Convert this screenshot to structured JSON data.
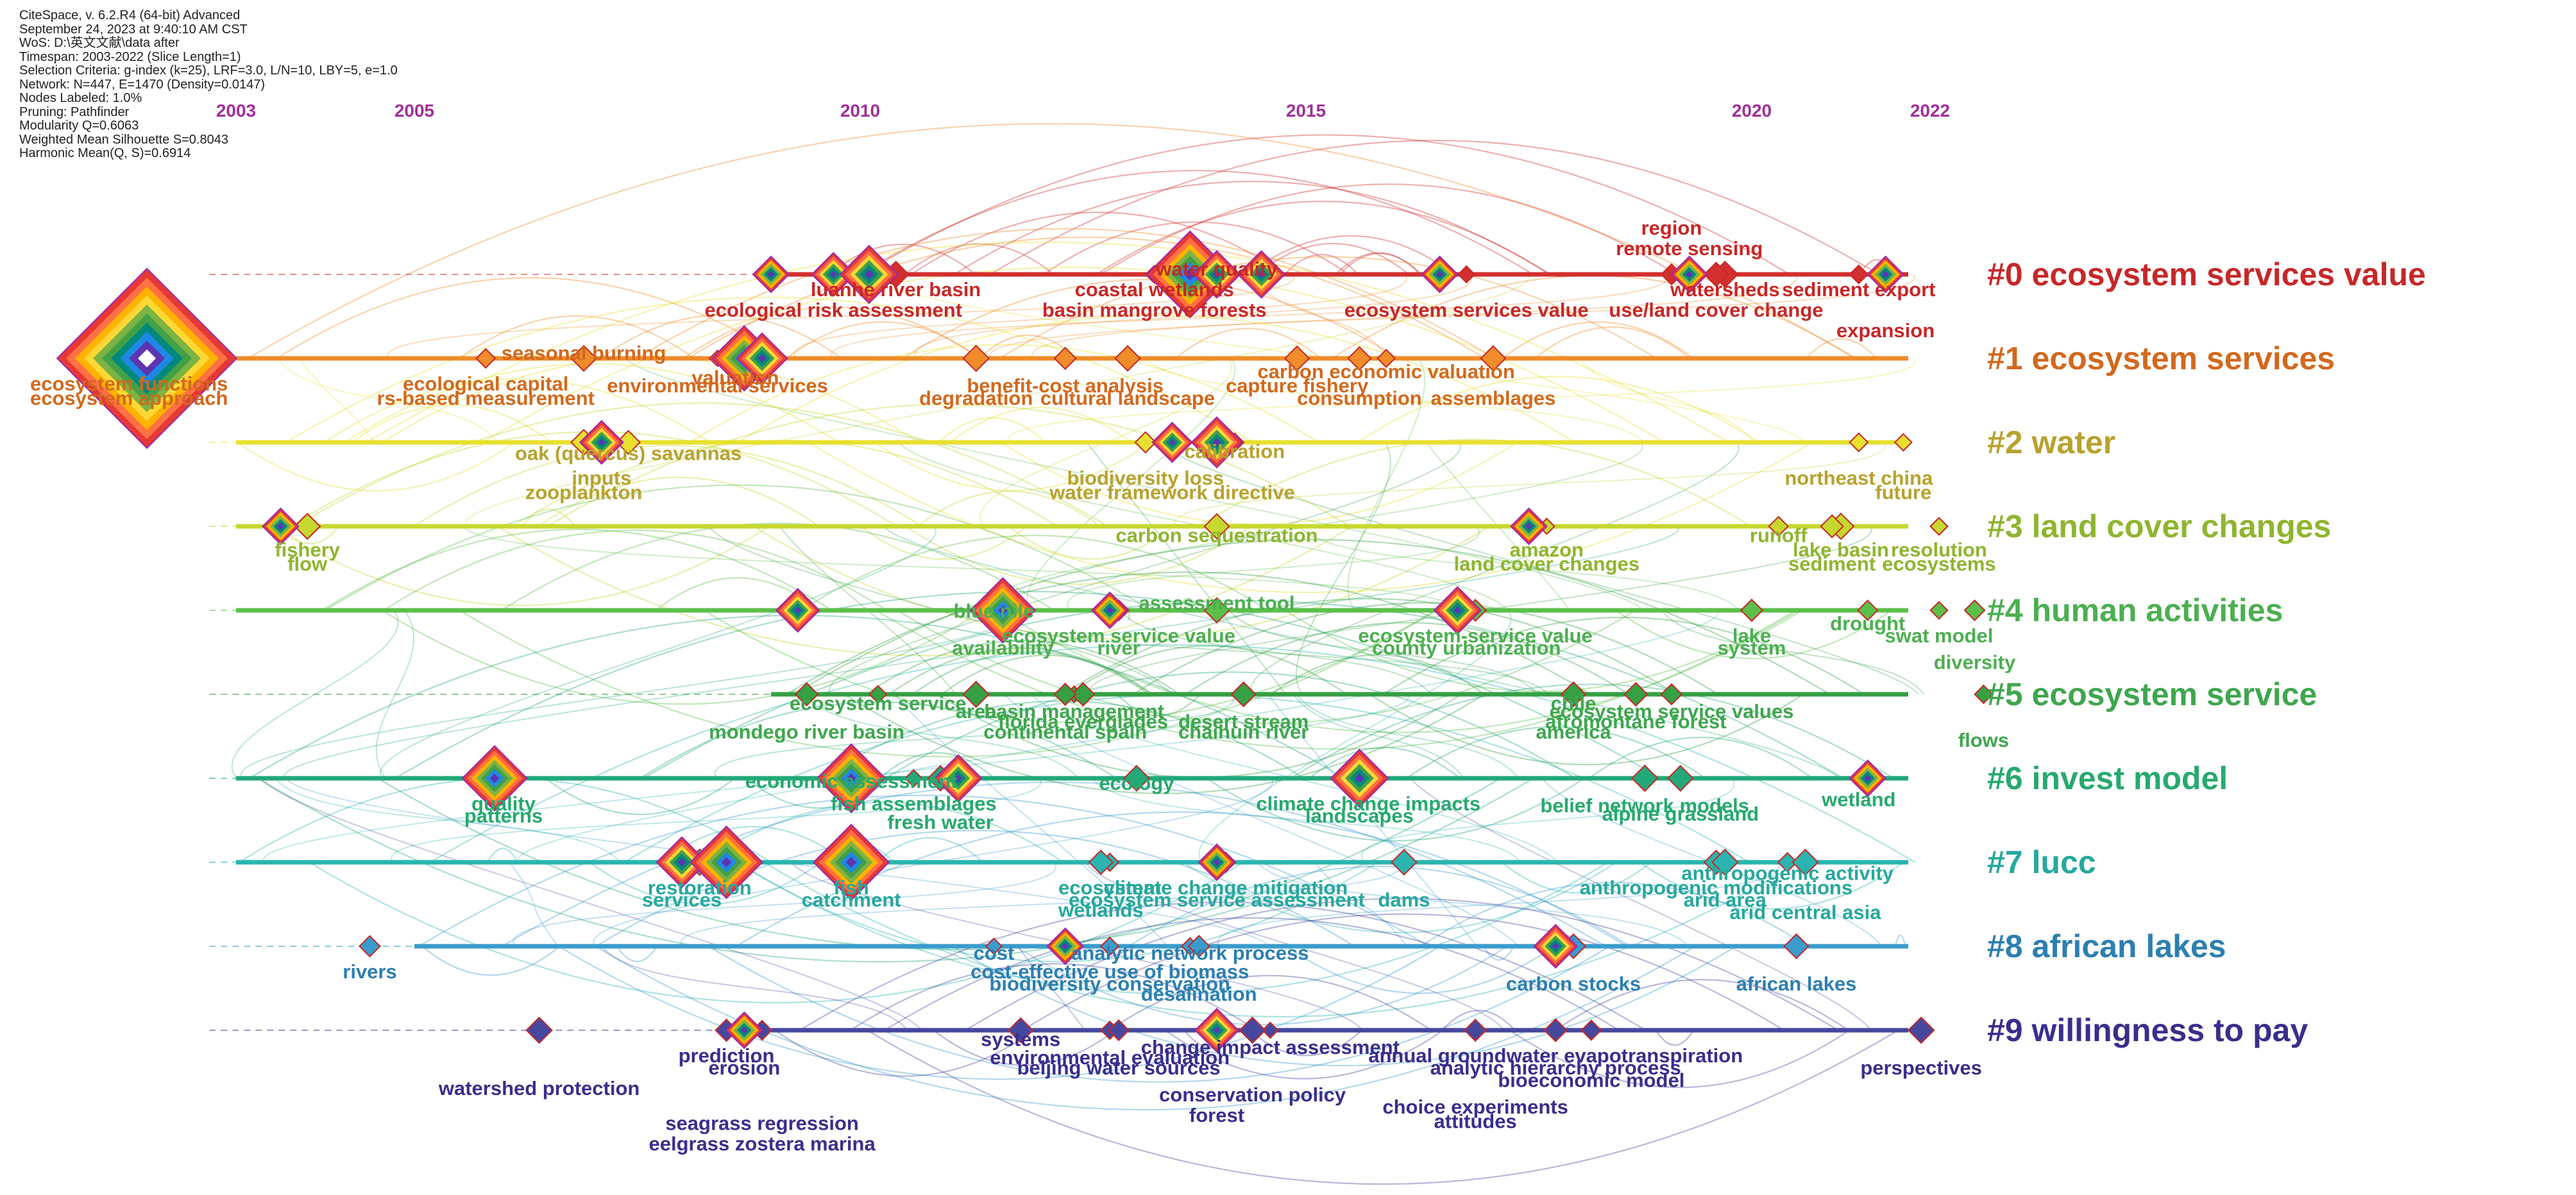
{
  "meta_lines": [
    "CiteSpace, v. 6.2.R4 (64-bit) Advanced",
    "September 24, 2023 at 9:40:10 AM CST",
    "WoS: D:\\英文文献\\data after",
    "Timespan: 2003-2022 (Slice Length=1)",
    "Selection Criteria: g-index (k=25), LRF=3.0, L/N=10, LBY=5, e=1.0",
    "Network: N=447, E=1470 (Density=0.0147)",
    "Nodes Labeled: 1.0%",
    "Pruning: Pathfinder",
    "Modularity Q=0.6063",
    "Weighted Mean Silhouette S=0.8043",
    "Harmonic Mean(Q, S)=0.6914"
  ],
  "years": [
    {
      "label": "2003",
      "year": 2003
    },
    {
      "label": "2005",
      "year": 2005
    },
    {
      "label": "2010",
      "year": 2010
    },
    {
      "label": "2015",
      "year": 2015
    },
    {
      "label": "2020",
      "year": 2020
    },
    {
      "label": "2022",
      "year": 2022
    }
  ],
  "clusters": [
    {
      "id": 0,
      "label": "#0 ecosystem services value",
      "color": "#c62828",
      "start": 2009,
      "end": 2022,
      "line_color": "#d32f2f",
      "keywords": [
        {
          "text": "luanhe river basin",
          "year": 2010.4,
          "row": 0
        },
        {
          "text": "ecological risk assessment",
          "year": 2009.7,
          "row": 1
        },
        {
          "text": "water quality",
          "year": 2014.0,
          "row": -1
        },
        {
          "text": "coastal wetlands",
          "year": 2013.3,
          "row": 0
        },
        {
          "text": "basin mangrove forests",
          "year": 2013.3,
          "row": 1
        },
        {
          "text": "ecosystem services value",
          "year": 2016.8,
          "row": 1
        },
        {
          "text": "region",
          "year": 2019.1,
          "row": -3
        },
        {
          "text": "remote sensing",
          "year": 2019.3,
          "row": -2
        },
        {
          "text": "watersheds",
          "year": 2019.7,
          "row": 0
        },
        {
          "text": "sediment export",
          "year": 2021.2,
          "row": 0
        },
        {
          "text": "use/land cover change",
          "year": 2019.6,
          "row": 1
        },
        {
          "text": "expansion",
          "year": 2021.5,
          "row": 2
        }
      ]
    },
    {
      "id": 1,
      "label": "#1 ecosystem services",
      "color": "#d2691e",
      "start": 2003,
      "end": 2022,
      "line_color": "#f08c2a",
      "keywords": [
        {
          "text": "seasonal burning",
          "year": 2006.9,
          "row": -1
        },
        {
          "text": "ecosystem functions",
          "year": 2001.8,
          "row": 0.5
        },
        {
          "text": "ecosystem approach",
          "year": 2001.8,
          "row": 1.2
        },
        {
          "text": "ecological capital",
          "year": 2005.8,
          "row": 0.5
        },
        {
          "text": "rs-based measurement",
          "year": 2005.8,
          "row": 1.2
        },
        {
          "text": "valuation",
          "year": 2008.6,
          "row": 0.2
        },
        {
          "text": "environmental services",
          "year": 2008.4,
          "row": 0.6
        },
        {
          "text": "degradation",
          "year": 2011.3,
          "row": 1.2
        },
        {
          "text": "benefit-cost analysis",
          "year": 2012.3,
          "row": 0.6
        },
        {
          "text": "capture fishery",
          "year": 2014.9,
          "row": 0.6
        },
        {
          "text": "cultural landscape",
          "year": 2013.0,
          "row": 1.2
        },
        {
          "text": "carbon economic valuation",
          "year": 2015.9,
          "row": -0.1
        },
        {
          "text": "consumption",
          "year": 2015.6,
          "row": 1.2
        },
        {
          "text": "assemblages",
          "year": 2017.1,
          "row": 1.2
        }
      ]
    },
    {
      "id": 2,
      "label": "#2 water",
      "color": "#b8a22e",
      "start": 2003,
      "end": 2022,
      "line_color": "#e8e030",
      "keywords": [
        {
          "text": "oak (quercus) savannas",
          "year": 2007.4,
          "row": -0.2
        },
        {
          "text": "inputs",
          "year": 2007.1,
          "row": 1
        },
        {
          "text": "zooplankton",
          "year": 2006.9,
          "row": 1.7
        },
        {
          "text": "calibration",
          "year": 2014.2,
          "row": -0.3
        },
        {
          "text": "biodiversity loss",
          "year": 2013.2,
          "row": 1
        },
        {
          "text": "water framework directive",
          "year": 2013.5,
          "row": 1.7
        },
        {
          "text": "northeast china",
          "year": 2021.2,
          "row": 1
        },
        {
          "text": "future",
          "year": 2021.7,
          "row": 1.7
        }
      ]
    },
    {
      "id": 3,
      "label": "#3 land cover changes",
      "color": "#8fb52f",
      "start": 2003,
      "end": 2022,
      "line_color": "#c6d82e",
      "keywords": [
        {
          "text": "fishery",
          "year": 2003.8,
          "row": 0.4
        },
        {
          "text": "flow",
          "year": 2003.8,
          "row": 1.1
        },
        {
          "text": "carbon sequestration",
          "year": 2014.0,
          "row": -0.3
        },
        {
          "text": "runoff",
          "year": 2020.3,
          "row": -0.3
        },
        {
          "text": "amazon",
          "year": 2017.7,
          "row": 0.4
        },
        {
          "text": "land cover changes",
          "year": 2017.7,
          "row": 1.1
        },
        {
          "text": "lake basin",
          "year": 2021.0,
          "row": 0.4
        },
        {
          "text": "resolution",
          "year": 2022.1,
          "row": 0.4
        },
        {
          "text": "sediment",
          "year": 2020.9,
          "row": 1.1
        },
        {
          "text": "ecosystems",
          "year": 2022.1,
          "row": 1.1
        }
      ]
    },
    {
      "id": 4,
      "label": "#4 human activities",
      "color": "#4caf50",
      "start": 2003,
      "end": 2022,
      "line_color": "#5cbf4a",
      "keywords": [
        {
          "text": "blue nile",
          "year": 2011.5,
          "row": -0.7
        },
        {
          "text": "assessment tool",
          "year": 2014.0,
          "row": -1.1
        },
        {
          "text": "ecosystem service value",
          "year": 2012.9,
          "row": 0.5
        },
        {
          "text": "ecosystem-service value",
          "year": 2016.9,
          "row": 0.5
        },
        {
          "text": "availability",
          "year": 2011.6,
          "row": 1.1
        },
        {
          "text": "river",
          "year": 2012.9,
          "row": 1.1
        },
        {
          "text": "county urbanization",
          "year": 2016.8,
          "row": 1.1
        },
        {
          "text": "lake",
          "year": 2020.0,
          "row": 0.5
        },
        {
          "text": "system",
          "year": 2020.0,
          "row": 1.1
        },
        {
          "text": "drought",
          "year": 2021.3,
          "row": -0.1
        },
        {
          "text": "swat model",
          "year": 2022.1,
          "row": 0.5
        },
        {
          "text": "diversity",
          "year": 2022.5,
          "row": 1.8
        }
      ]
    },
    {
      "id": 5,
      "label": "#5 ecosystem service",
      "color": "#3fa64e",
      "start": 2009,
      "end": 2022,
      "line_color": "#35a044",
      "keywords": [
        {
          "text": "ecosystem service",
          "year": 2010.2,
          "row": -0.3
        },
        {
          "text": "area",
          "year": 2011.3,
          "row": 0.1
        },
        {
          "text": "basin management",
          "year": 2012.4,
          "row": 0.1
        },
        {
          "text": "florida everglades",
          "year": 2012.5,
          "row": 0.6
        },
        {
          "text": "desert stream",
          "year": 2014.3,
          "row": 0.6
        },
        {
          "text": "mondego river basin",
          "year": 2009.4,
          "row": 1.1
        },
        {
          "text": "continental spain",
          "year": 2012.3,
          "row": 1.1
        },
        {
          "text": "chaihuin river",
          "year": 2014.3,
          "row": 1.1
        },
        {
          "text": "chile",
          "year": 2018.0,
          "row": -0.3
        },
        {
          "text": "ecosystem service values",
          "year": 2019.1,
          "row": 0.1
        },
        {
          "text": "afromontane forest",
          "year": 2018.7,
          "row": 0.6
        },
        {
          "text": "america",
          "year": 2018.0,
          "row": 1.1
        },
        {
          "text": "flows",
          "year": 2022.6,
          "row": 1.5
        }
      ]
    },
    {
      "id": 6,
      "label": "#6 invest model",
      "color": "#27a96e",
      "start": 2003,
      "end": 2022,
      "line_color": "#22a87a",
      "keywords": [
        {
          "text": "economic assessment",
          "year": 2009.9,
          "row": -0.6
        },
        {
          "text": "ecology",
          "year": 2013.1,
          "row": -0.5
        },
        {
          "text": "quality",
          "year": 2006.0,
          "row": 0.5
        },
        {
          "text": "patterns",
          "year": 2006.0,
          "row": 1.1
        },
        {
          "text": "fish assemblages",
          "year": 2010.6,
          "row": 0.5
        },
        {
          "text": "fresh water",
          "year": 2010.9,
          "row": 1.4
        },
        {
          "text": "climate change impacts",
          "year": 2015.7,
          "row": 0.5
        },
        {
          "text": "landscapes",
          "year": 2015.6,
          "row": 1.1
        },
        {
          "text": "belief network models",
          "year": 2018.8,
          "row": 0.6
        },
        {
          "text": "alpine grassland",
          "year": 2019.2,
          "row": 1.0
        },
        {
          "text": "wetland",
          "year": 2021.2,
          "row": 0.3
        }
      ]
    },
    {
      "id": 7,
      "label": "#7 lucc",
      "color": "#26a89e",
      "start": 2003,
      "end": 2022,
      "line_color": "#2ab5b0",
      "keywords": [
        {
          "text": "restoration",
          "year": 2008.2,
          "row": 0.5
        },
        {
          "text": "services",
          "year": 2008.0,
          "row": 1.1
        },
        {
          "text": "fish",
          "year": 2009.9,
          "row": 0.5
        },
        {
          "text": "catchment",
          "year": 2009.9,
          "row": 1.1
        },
        {
          "text": "ecosystem",
          "year": 2012.8,
          "row": 0.5
        },
        {
          "text": "climate change mitigation",
          "year": 2014.1,
          "row": 0.5
        },
        {
          "text": "ecosystem service assessment",
          "year": 2014.0,
          "row": 1.1
        },
        {
          "text": "dams",
          "year": 2016.1,
          "row": 1.1
        },
        {
          "text": "wetlands",
          "year": 2012.7,
          "row": 1.6
        },
        {
          "text": "anthropogenic activity",
          "year": 2020.4,
          "row": -0.2
        },
        {
          "text": "anthropogenic modifications",
          "year": 2019.6,
          "row": 0.5
        },
        {
          "text": "arid area",
          "year": 2019.7,
          "row": 1.1
        },
        {
          "text": "arid central asia",
          "year": 2020.6,
          "row": 1.7
        }
      ]
    },
    {
      "id": 8,
      "label": "#8 african lakes",
      "color": "#2c7fb0",
      "start": 2005,
      "end": 2022,
      "line_color": "#3a9ccc",
      "keywords": [
        {
          "text": "cost",
          "year": 2011.5,
          "row": -0.4
        },
        {
          "text": "analytic network process",
          "year": 2013.7,
          "row": -0.4
        },
        {
          "text": "rivers",
          "year": 2004.5,
          "row": 0.5
        },
        {
          "text": "cost-effective use of biomass",
          "year": 2012.8,
          "row": 0.5
        },
        {
          "text": "biodiversity conservation",
          "year": 2012.8,
          "row": 1.1
        },
        {
          "text": "desalination",
          "year": 2013.8,
          "row": 1.6
        },
        {
          "text": "carbon stocks",
          "year": 2018.0,
          "row": 1.1
        },
        {
          "text": "african lakes",
          "year": 2020.5,
          "row": 1.1
        }
      ]
    },
    {
      "id": 9,
      "label": "#9 willingness to pay",
      "color": "#3a2e8c",
      "start": 2009,
      "end": 2022,
      "line_color": "#45489e",
      "keywords": [
        {
          "text": "systems",
          "year": 2011.8,
          "row": -0.3
        },
        {
          "text": "change impact assessment",
          "year": 2014.6,
          "row": 0.1
        },
        {
          "text": "prediction",
          "year": 2008.5,
          "row": 0.5
        },
        {
          "text": "erosion",
          "year": 2008.7,
          "row": 1.1
        },
        {
          "text": "environmental evaluation",
          "year": 2012.8,
          "row": 0.6
        },
        {
          "text": "beijing water sources",
          "year": 2012.9,
          "row": 1.1
        },
        {
          "text": "annual groundwater evapotranspiration",
          "year": 2017.8,
          "row": 0.5
        },
        {
          "text": "analytic hierarchy process",
          "year": 2017.8,
          "row": 1.1
        },
        {
          "text": "bioeconomic model",
          "year": 2018.2,
          "row": 1.7
        },
        {
          "text": "perspectives",
          "year": 2021.9,
          "row": 1.1
        },
        {
          "text": "watershed protection",
          "year": 2006.4,
          "row": 2.1
        },
        {
          "text": "conservation policy",
          "year": 2014.4,
          "row": 2.4
        },
        {
          "text": "choice experiments",
          "year": 2016.9,
          "row": 3.0
        },
        {
          "text": "forest",
          "year": 2014.0,
          "row": 3.4
        },
        {
          "text": "attitudes",
          "year": 2016.9,
          "row": 3.7
        },
        {
          "text": "seagrass regression",
          "year": 2008.9,
          "row": 3.8
        },
        {
          "text": "eelgrass zostera marina",
          "year": 2008.9,
          "row": 4.8
        }
      ]
    }
  ],
  "major_nodes": [
    {
      "cluster": 1,
      "year": 2002.0,
      "size": 5
    },
    {
      "cluster": 0,
      "year": 2009.0,
      "size": 1
    },
    {
      "cluster": 0,
      "year": 2009.7,
      "size": 1.2
    },
    {
      "cluster": 0,
      "year": 2010.1,
      "size": 1.6
    },
    {
      "cluster": 0,
      "year": 2013.7,
      "size": 2.4
    },
    {
      "cluster": 0,
      "year": 2014.0,
      "size": 1.3
    },
    {
      "cluster": 0,
      "year": 2014.5,
      "size": 1.3
    },
    {
      "cluster": 0,
      "year": 2016.5,
      "size": 1
    },
    {
      "cluster": 0,
      "year": 2019.3,
      "size": 1
    },
    {
      "cluster": 0,
      "year": 2021.5,
      "size": 1
    },
    {
      "cluster": 1,
      "year": 2008.7,
      "size": 1.8
    },
    {
      "cluster": 1,
      "year": 2008.9,
      "size": 1.4
    },
    {
      "cluster": 2,
      "year": 2007.1,
      "size": 1.2
    },
    {
      "cluster": 2,
      "year": 2013.5,
      "size": 1.1
    },
    {
      "cluster": 2,
      "year": 2014.0,
      "size": 1.4
    },
    {
      "cluster": 3,
      "year": 2003.5,
      "size": 1
    },
    {
      "cluster": 3,
      "year": 2017.5,
      "size": 1
    },
    {
      "cluster": 4,
      "year": 2011.6,
      "size": 1.8
    },
    {
      "cluster": 4,
      "year": 2012.8,
      "size": 1
    },
    {
      "cluster": 4,
      "year": 2016.7,
      "size": 1.3
    },
    {
      "cluster": 4,
      "year": 2009.3,
      "size": 1.2
    },
    {
      "cluster": 6,
      "year": 2005.9,
      "size": 1.8
    },
    {
      "cluster": 6,
      "year": 2009.9,
      "size": 1.9
    },
    {
      "cluster": 6,
      "year": 2011.1,
      "size": 1.3
    },
    {
      "cluster": 6,
      "year": 2015.6,
      "size": 1.6
    },
    {
      "cluster": 6,
      "year": 2021.3,
      "size": 1
    },
    {
      "cluster": 7,
      "year": 2008.0,
      "size": 1.4
    },
    {
      "cluster": 7,
      "year": 2008.5,
      "size": 2.0
    },
    {
      "cluster": 7,
      "year": 2009.9,
      "size": 2.1
    },
    {
      "cluster": 7,
      "year": 2014.0,
      "size": 1
    },
    {
      "cluster": 8,
      "year": 2017.8,
      "size": 1.2
    },
    {
      "cluster": 8,
      "year": 2012.3,
      "size": 1
    },
    {
      "cluster": 9,
      "year": 2014.0,
      "size": 1.2
    },
    {
      "cluster": 9,
      "year": 2008.7,
      "size": 1
    }
  ]
}
